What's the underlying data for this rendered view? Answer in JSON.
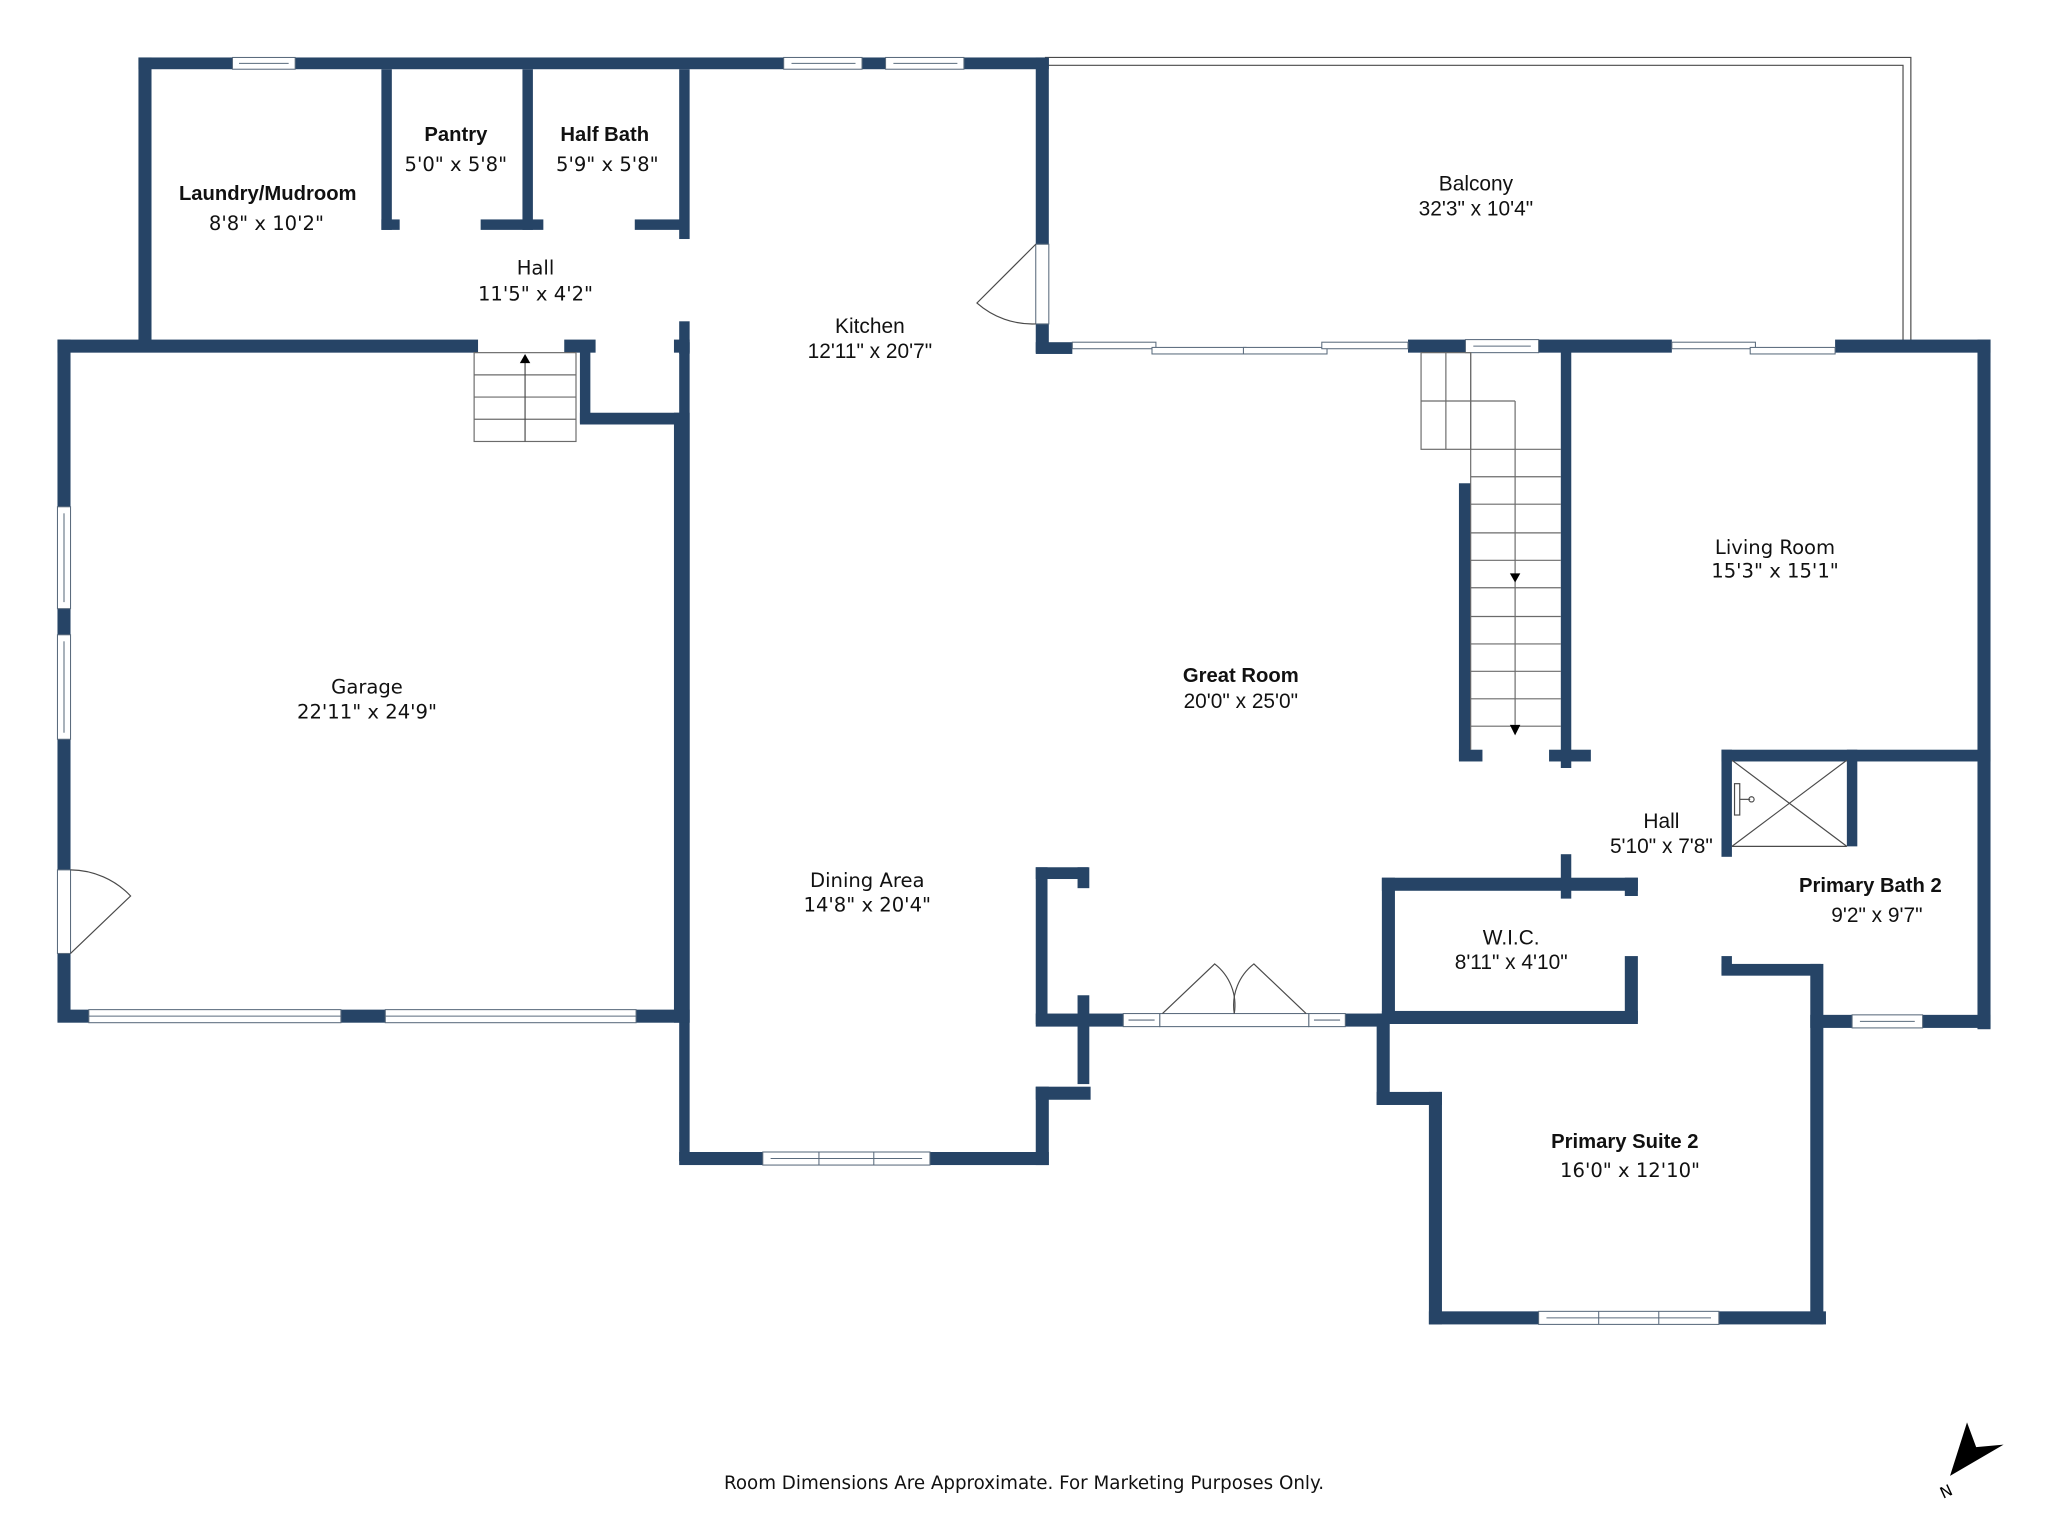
{
  "plan": {
    "wall_color": "#264466",
    "rooms": {
      "laundry": {
        "name": "Laundry/Mudroom",
        "dims": "8'8\" x 10'2\""
      },
      "pantry": {
        "name": "Pantry",
        "dims": "5'0\" x 5'8\""
      },
      "half_bath": {
        "name": "Half Bath",
        "dims": "5'9\" x 5'8\""
      },
      "hall_upper": {
        "name": "Hall",
        "dims": "11'5\" x 4'2\""
      },
      "kitchen": {
        "name": "Kitchen",
        "dims": "12'11\" x 20'7\""
      },
      "balcony": {
        "name": "Balcony",
        "dims": "32'3\" x 10'4\""
      },
      "garage": {
        "name": "Garage",
        "dims": "22'11\" x 24'9\""
      },
      "great_room": {
        "name": "Great Room",
        "dims": "20'0\" x 25'0\""
      },
      "living_room": {
        "name": "Living Room",
        "dims": "15'3\" x 15'1\""
      },
      "hall_lower": {
        "name": "Hall",
        "dims": "5'10\" x 7'8\""
      },
      "primary_bath": {
        "name": "Primary Bath 2",
        "dims": "9'2\" x 9'7\""
      },
      "dining": {
        "name": "Dining Area",
        "dims": "14'8\" x 20'4\""
      },
      "wic": {
        "name": "W.I.C.",
        "dims": "8'11\" x 4'10\""
      },
      "primary_suite": {
        "name": "Primary Suite 2",
        "dims": "16'0\" x 12'10\""
      }
    },
    "disclaimer": "Room Dimensions Are Approximate. For Marketing Purposes Only.",
    "compass": {
      "label": "N",
      "icon": "north-arrow-icon"
    }
  }
}
